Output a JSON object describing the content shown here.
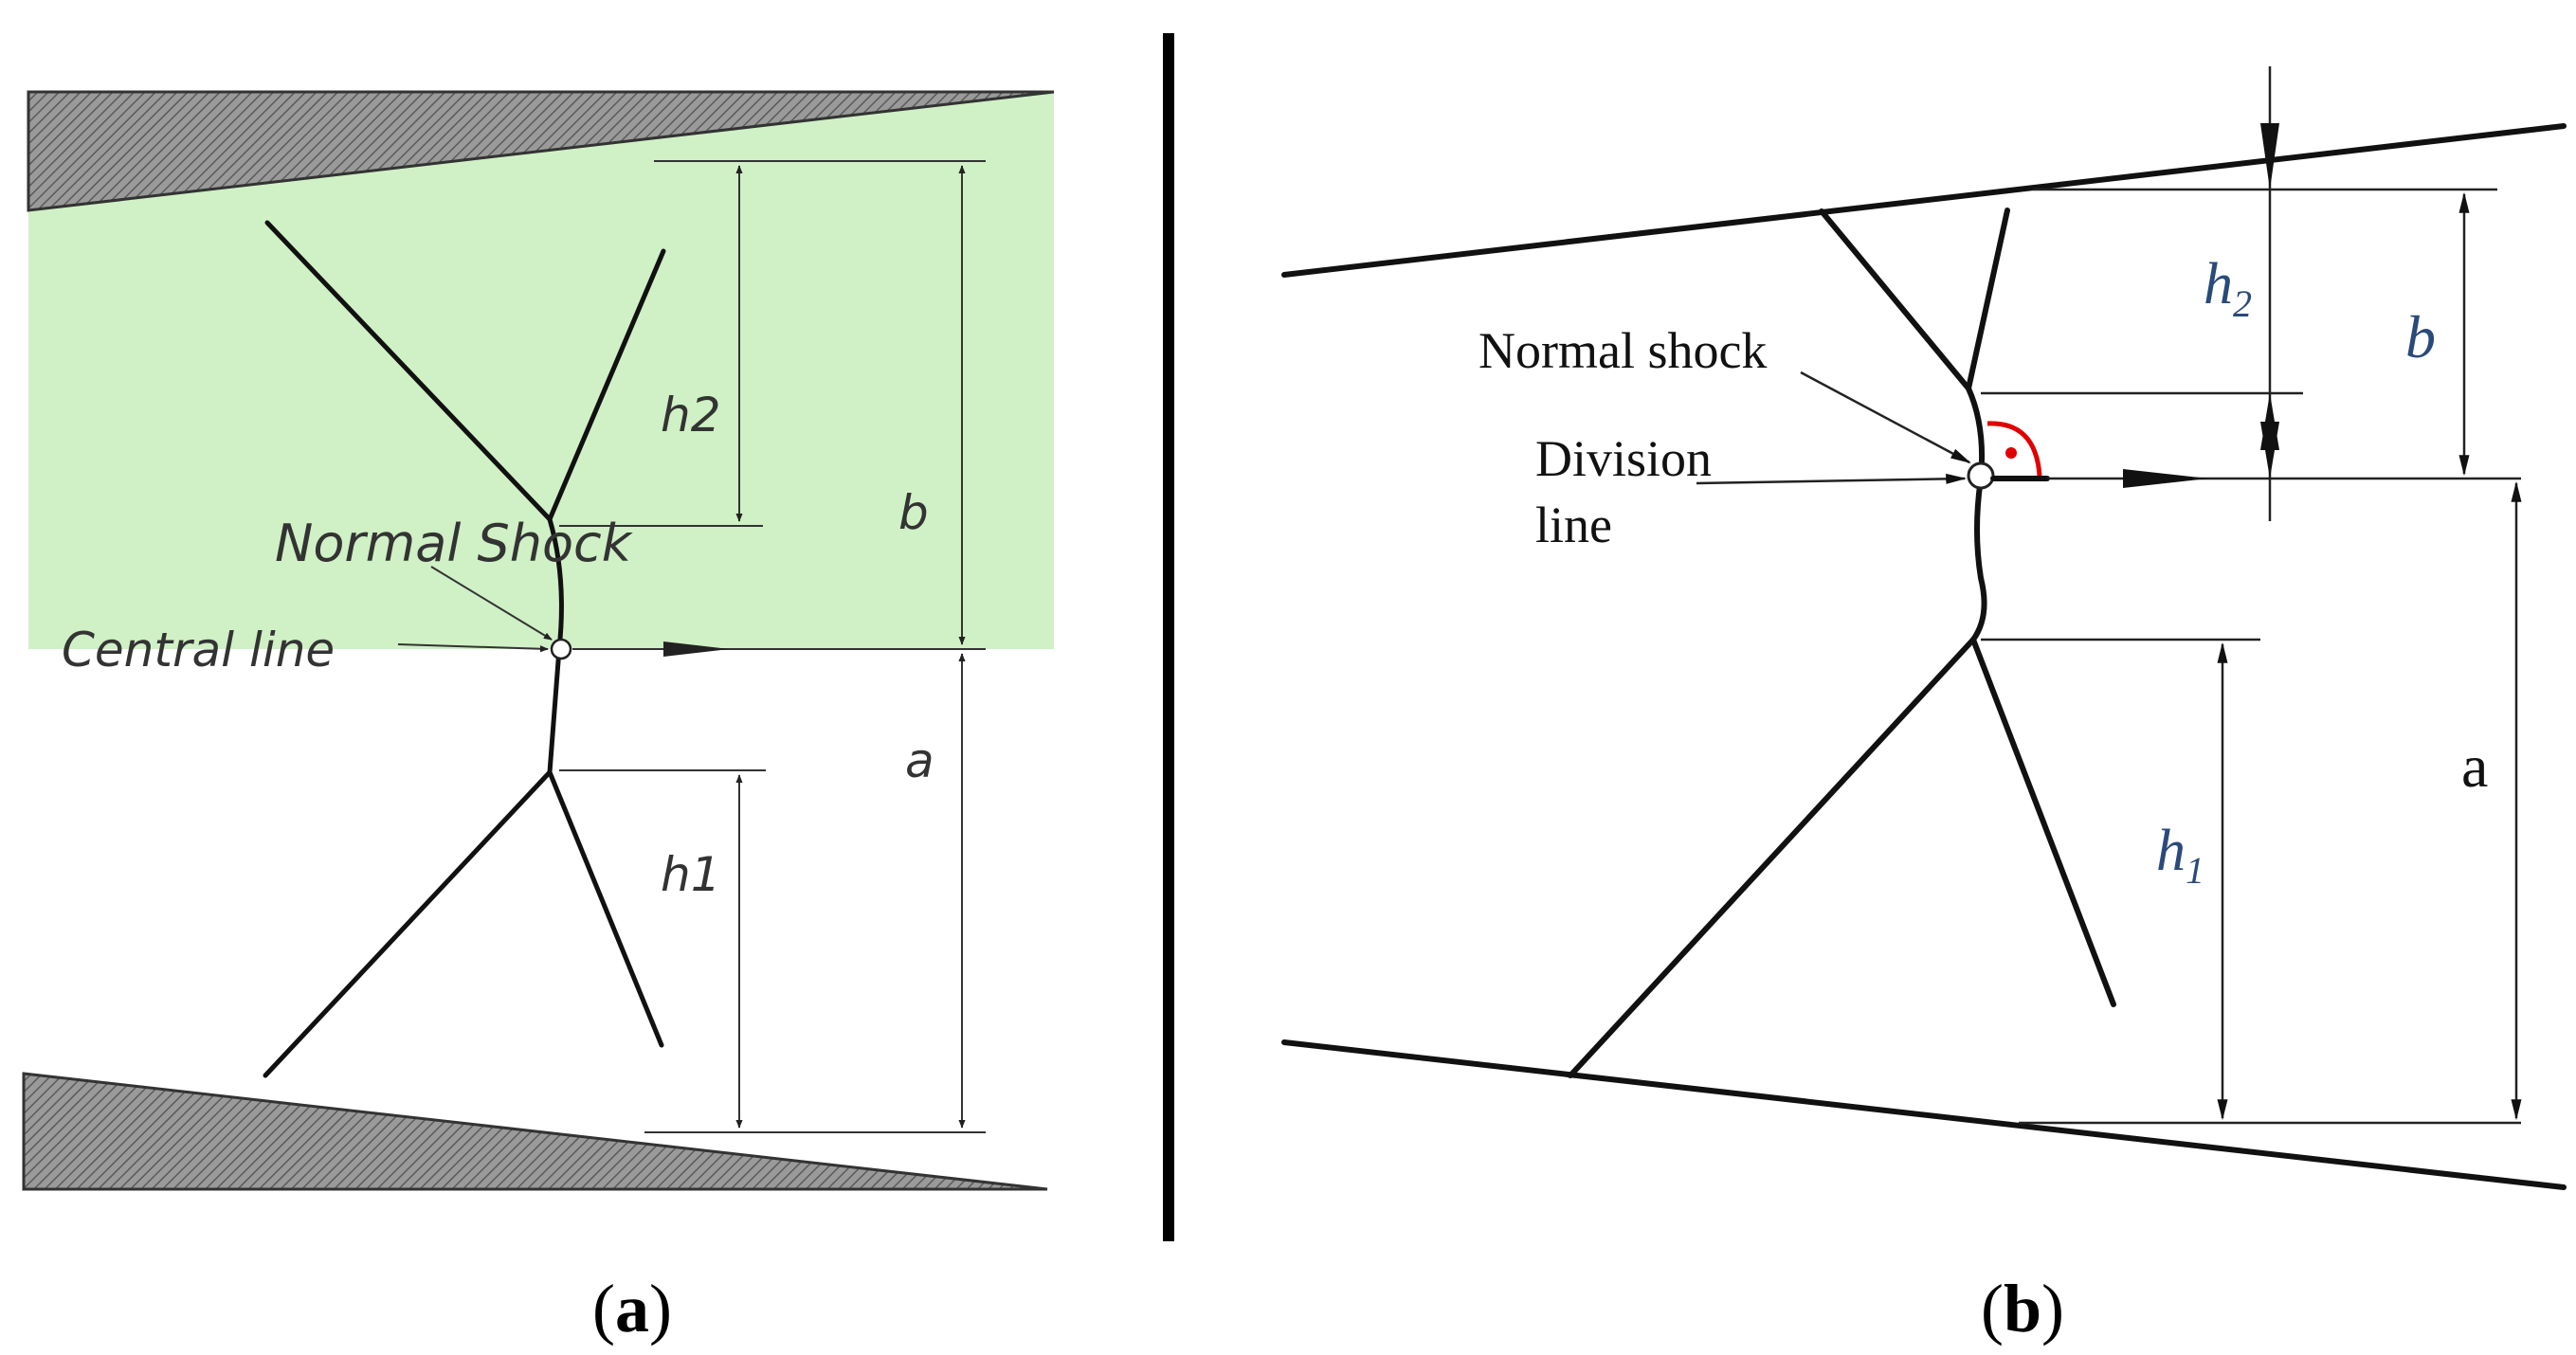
{
  "colors": {
    "flow_region": "#d0f0c6",
    "wall_hatch": "#8a8a8a",
    "ink": "#111111",
    "right_angle_mark": "#e00000"
  },
  "panel_a": {
    "labels": {
      "normal_shock": "Normal Shock",
      "central_line": "Central line",
      "h2": "h2",
      "b": "b",
      "a": "a",
      "h1": "h1"
    },
    "caption": {
      "open": "(",
      "letter": "a",
      "close": ")"
    }
  },
  "panel_b": {
    "labels": {
      "normal_shock": "Normal shock",
      "division_line_1": "Division",
      "division_line_2": "line",
      "h2_base": "h",
      "h2_sub": "2",
      "b": "b",
      "a": "a",
      "h1_base": "h",
      "h1_sub": "1"
    },
    "caption": {
      "open": "(",
      "letter": "b",
      "close": ")"
    }
  }
}
